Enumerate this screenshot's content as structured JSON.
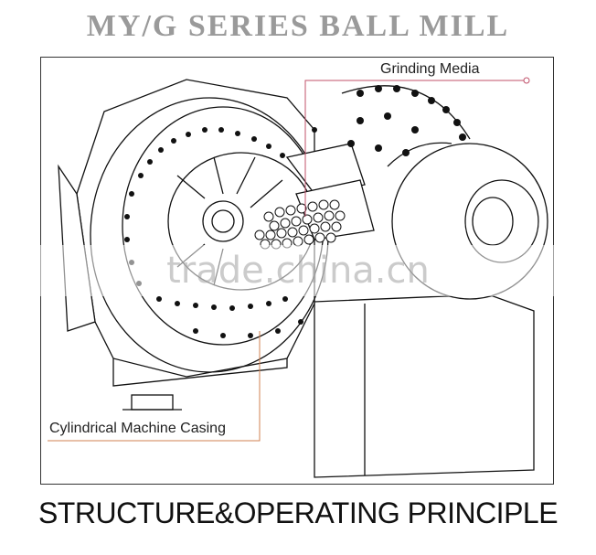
{
  "title": "MY/G SERIES BALL MILL",
  "labels": {
    "grinding_media": "Grinding Media",
    "casing": "Cylindrical Machine Casing"
  },
  "watermark": "trade.china.cn",
  "footer": "STRUCTURE&OPERATING PRINCIPLE",
  "colors": {
    "callout_line": "#c0506a",
    "casing_line": "#d08050",
    "ink": "#111111"
  }
}
